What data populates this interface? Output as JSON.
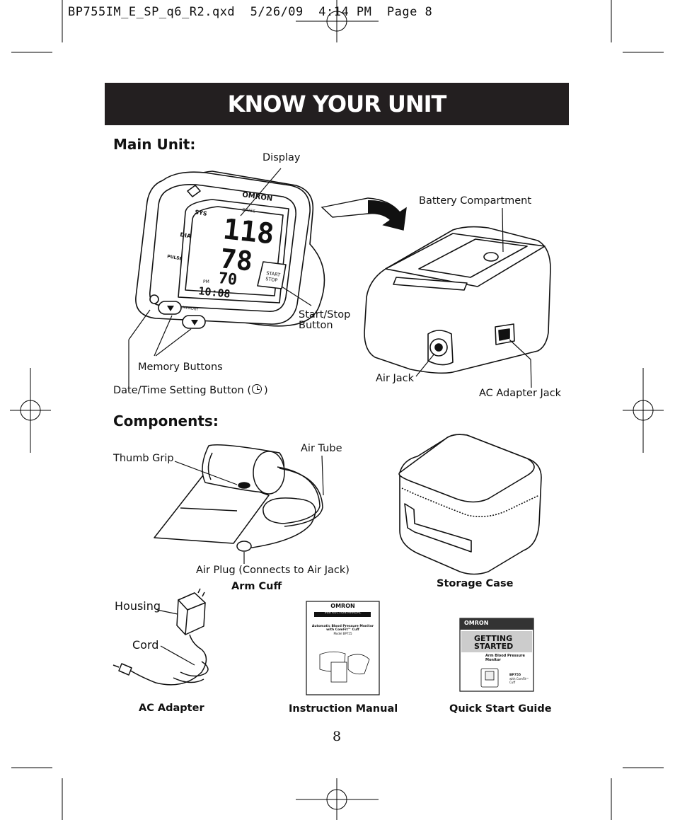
{
  "slug": "BP755IM_E_SP_q6_R2.qxd  5/26/09  4:14 PM  Page 8",
  "title": "KNOW YOUR UNIT",
  "main_unit": {
    "heading": "Main Unit:",
    "labels": {
      "display": "Display",
      "battery": "Battery Compartment",
      "start_stop": "Start/Stop\nButton",
      "memory": "Memory Buttons",
      "date_time": "Date/Time Setting Button (",
      "date_time_end": ")",
      "air_jack": "Air Jack",
      "ac_jack": "AC Adapter Jack"
    },
    "device": {
      "brand": "OMRON",
      "model": "BP755",
      "sys": "SYS",
      "dia": "DIA",
      "pulse": "PULSE",
      "sys_val": "118",
      "dia_val": "78",
      "pulse_val": "70",
      "time": "10:08",
      "pm": "PM",
      "start": "START",
      "stop": "STOP",
      "memory": "MEMORY"
    }
  },
  "components": {
    "heading": "Components:",
    "labels": {
      "thumb_grip": "Thumb Grip",
      "air_tube": "Air Tube",
      "air_plug": "Air Plug (Connects to Air Jack)",
      "housing": "Housing",
      "cord": "Cord"
    },
    "captions": {
      "arm_cuff": "Arm Cuff",
      "storage_case": "Storage Case",
      "ac_adapter": "AC Adapter",
      "manual": "Instruction Manual",
      "quick_start": "Quick Start Guide"
    },
    "manual_cover": {
      "brand": "OMRON",
      "banner": "INSTRUCTION MANUAL",
      "text": "Automatic Blood Pressure Monitor\nwith ComFit™ Cuff",
      "model": "Model BP755"
    },
    "guide_cover": {
      "brand": "OMRON",
      "title1": "GETTING",
      "title2": "STARTED",
      "sub": "Arm Blood Pressure\nMonitor",
      "model": "BP755",
      "cuff": "with ComFit™ Cuff"
    }
  },
  "page_number": "8"
}
